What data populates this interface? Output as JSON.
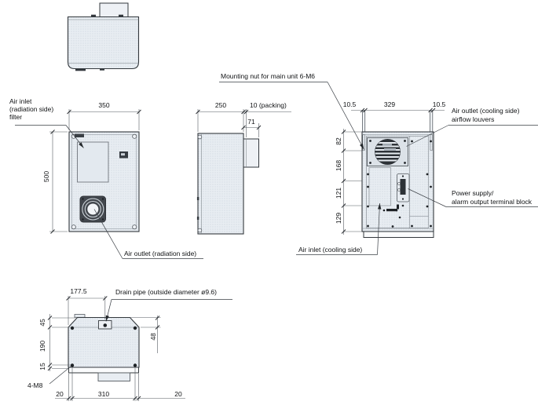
{
  "labels": {
    "air_inlet_radiation": [
      "Air inlet",
      "(radiation side)",
      "filter"
    ],
    "air_outlet_radiation": "Air outlet (radiation side)",
    "mounting_nut": "Mounting nut for main unit 6-M6",
    "air_outlet_cooling": [
      "Air outlet (cooling side)",
      "airflow louvers"
    ],
    "power_supply": [
      "Power supply/",
      "alarm output terminal block"
    ],
    "air_inlet_cooling": "Air inlet (cooling side)",
    "drain_pipe": "Drain pipe (outside diameter ø9.6)",
    "bolt_spec": "4-M8"
  },
  "dimensions": {
    "front": {
      "width": "350",
      "height": "500"
    },
    "side": {
      "depth": "250",
      "packing": "10 (packing)",
      "duct": "71"
    },
    "rear": {
      "offset_left": "10.5",
      "span": "329",
      "offset_right": "10.5",
      "h1": "82",
      "h2": "168",
      "h3": "121",
      "h4": "129"
    },
    "bottom": {
      "drain_x": "177.5",
      "d45": "45",
      "d190": "190",
      "d15": "15",
      "d48": "48",
      "b20_left": "20",
      "b310": "310",
      "b20_right": "20"
    }
  },
  "colors": {
    "panel_fill": "#e8edf2",
    "outline": "#33383d",
    "dark_part": "#2d3237"
  }
}
